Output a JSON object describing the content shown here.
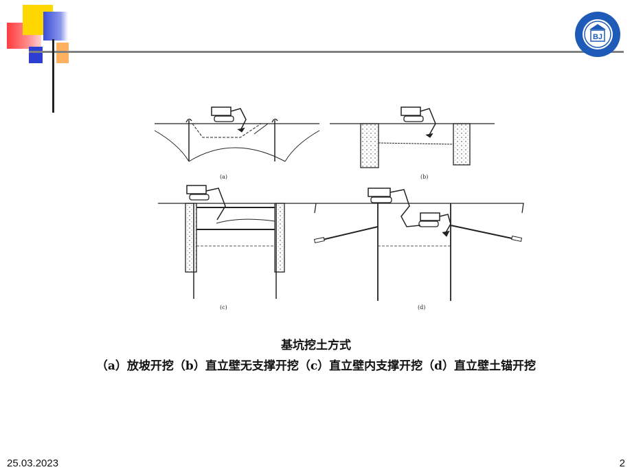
{
  "caption": {
    "title": "基坑挖土方式",
    "subtitle": "（a）放坡开挖（b）直立壁无支撑开挖（c）直立壁内支撑开挖（d）直立壁土锚开挖"
  },
  "figure_labels": {
    "a": "(a)",
    "b": "(b)",
    "c": "(c)",
    "d": "(d)"
  },
  "footer": {
    "date": "25.03.2023",
    "page_number": "2"
  },
  "logo": {
    "letters": "BJ"
  },
  "colors": {
    "accent_yellow": "#ffd700",
    "accent_red": "#ff3b3b",
    "accent_blue": "#2c3fd0",
    "logo_blue": "#1e5bb8"
  }
}
